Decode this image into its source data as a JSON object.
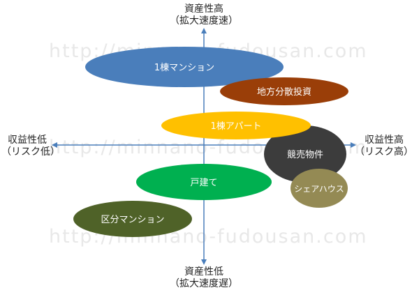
{
  "axes": {
    "top": {
      "line1": "資産性高",
      "line2": "（拡大速度速）"
    },
    "bottom": {
      "line1": "資産性低",
      "line2": "（拡大速度遅）"
    },
    "left": {
      "line1": "収益性低",
      "line2": "（リスク低）"
    },
    "right": {
      "line1": "収益性高",
      "line2": "（リスク高）"
    }
  },
  "watermark": "http://minnano-fudousan.com",
  "investments": [
    {
      "label": "1棟マンション",
      "color": "#4a7ebb"
    },
    {
      "label": "地方分散投資",
      "color": "#9a3e08"
    },
    {
      "label": "1棟アパート",
      "color": "#ffc000"
    },
    {
      "label": "競売物件",
      "color": "#3c3c3c"
    },
    {
      "label": "戸建て",
      "color": "#00b050"
    },
    {
      "label": "シェアハウス",
      "color": "#948a54"
    },
    {
      "label": "区分マンション",
      "color": "#4f6228"
    }
  ],
  "colors": {
    "axis": "#4a7ebb",
    "label_text": "#ffffff"
  }
}
